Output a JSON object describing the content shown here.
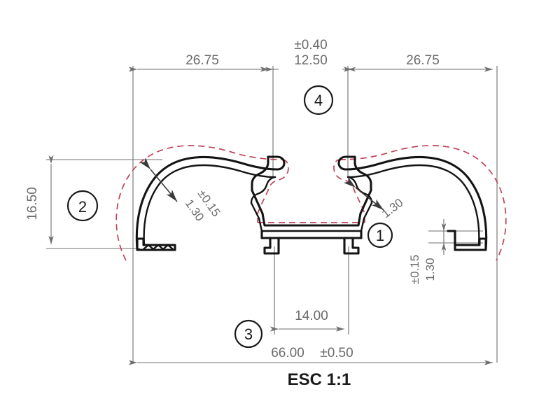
{
  "drawing": {
    "title_scale": "ESC  1:1",
    "balloons": [
      {
        "id": "1",
        "label": "1"
      },
      {
        "id": "2",
        "label": "2"
      },
      {
        "id": "3",
        "label": "3"
      },
      {
        "id": "4",
        "label": "4"
      }
    ],
    "dimensions": {
      "top_left_width": "26.75",
      "top_center_tolerance": "±0.40",
      "top_center_width": "12.50",
      "top_right_width": "26.75",
      "left_height": "16.50",
      "left_wall_tolerance": "±0.15",
      "left_wall_thickness": "1.30",
      "center_wall_thickness": "1.30",
      "right_wall_tolerance": "±0.15",
      "right_wall_thickness": "1.30",
      "bottom_inner_width": "14.00",
      "bottom_overall_width": "66.00",
      "bottom_overall_tolerance": "±0.50"
    },
    "colors": {
      "outline": "#141414",
      "dimension": "#6f6f6f",
      "reference_dashed": "#bf4357",
      "background": "#ffffff"
    }
  }
}
